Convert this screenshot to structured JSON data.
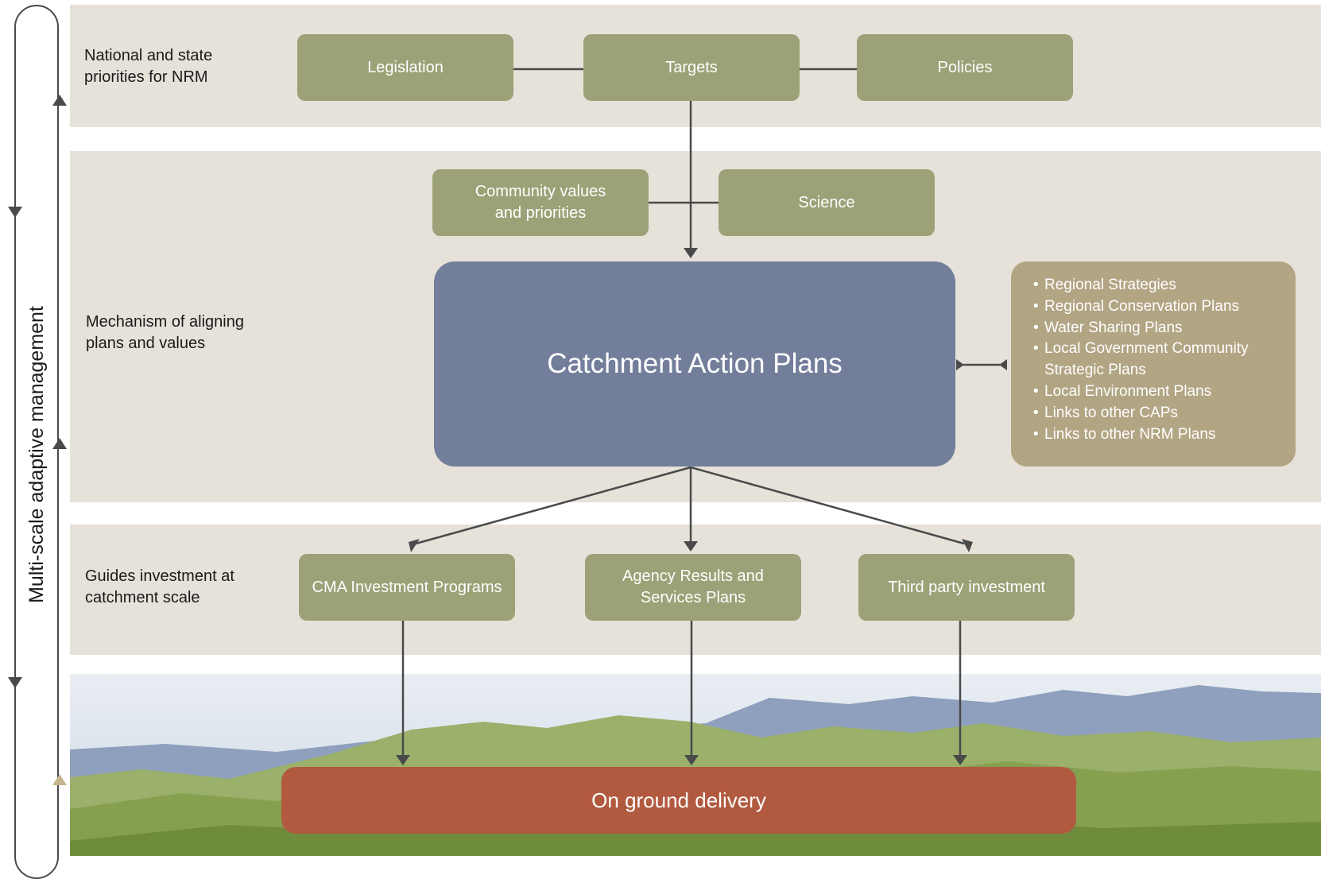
{
  "loop": {
    "title": "Multi-scale adaptive management"
  },
  "bands": {
    "national": {
      "label": "National and state priorities for NRM"
    },
    "mechanism": {
      "label": "Mechanism of aligning plans and values"
    },
    "investment": {
      "label": "Guides investment at catchment scale"
    }
  },
  "boxes": {
    "legislation": "Legislation",
    "targets": "Targets",
    "policies": "Policies",
    "community": "Community values and priorities",
    "science": "Science",
    "cap": "Catchment Action Plans",
    "cma": "CMA Investment Programs",
    "agency": "Agency Results and Services Plans",
    "third_party": "Third party investment",
    "delivery": "On ground delivery"
  },
  "related_plans": [
    "Regional Strategies",
    "Regional Conservation Plans",
    "Water Sharing Plans",
    "Local Government Community Strategic Plans",
    "Local Environment Plans",
    "Links to other CAPs",
    "Links to other NRM Plans"
  ],
  "colors": {
    "band": "#e6e2da",
    "box": "#9ca177",
    "cap": "#737e9b",
    "related": "#b2a584",
    "delivery": "#b15a3f",
    "line": "#4a4a4a"
  },
  "icons": {
    "arrow": "triangle-arrowhead"
  }
}
